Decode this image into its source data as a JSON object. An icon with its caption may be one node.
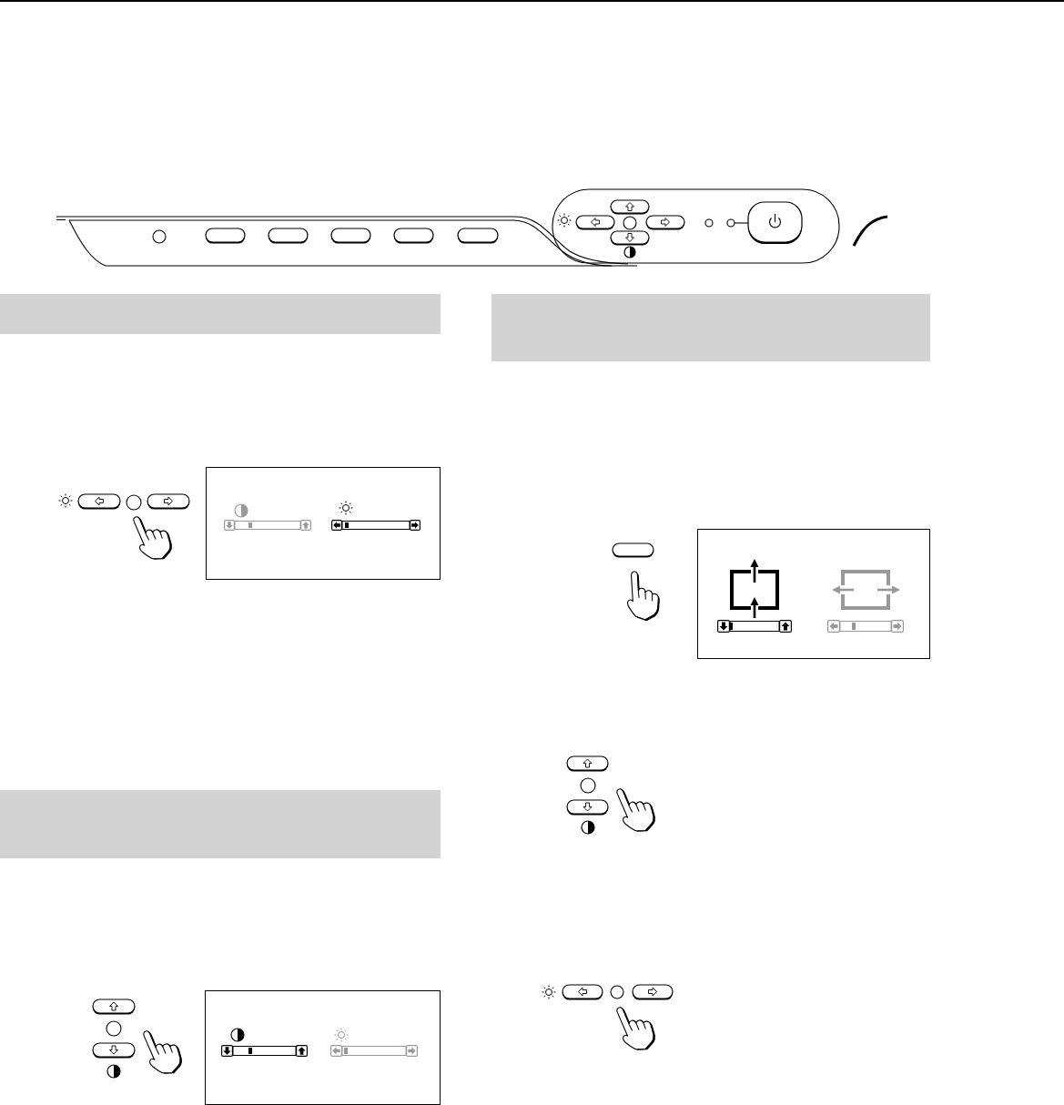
{
  "diagram": {
    "nodes": [
      {
        "text": [],
        "shape": "bar"
      },
      {
        "text": [],
        "shape": "box"
      },
      {
        "text": [],
        "shape": "bar"
      },
      {
        "text": [],
        "shape": "box"
      },
      {
        "text": [],
        "shape": "bar"
      },
      {
        "text": [],
        "shape": "box"
      }
    ]
  }
}
